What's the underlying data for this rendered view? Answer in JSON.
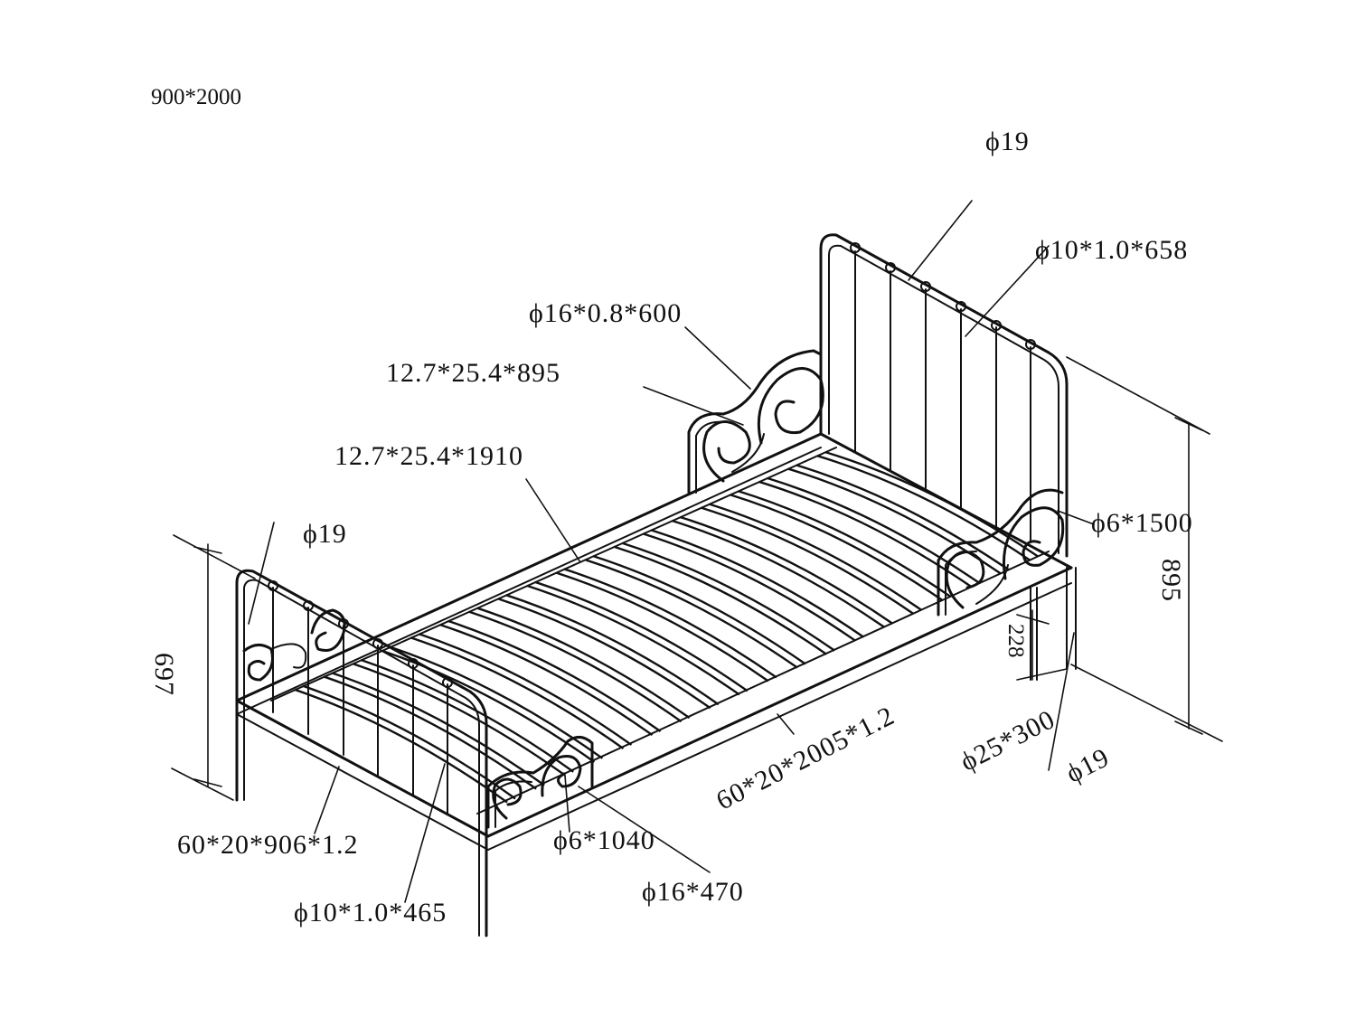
{
  "overall_size": "900*2000",
  "labels": {
    "headboard_top_tube": "ϕ19",
    "headboard_rod": "ϕ10*1.0*658",
    "headboard_scroll": "ϕ16*0.8*600",
    "side_rail_upper": "12.7*25.4*895",
    "side_rail_long": "12.7*25.4*1910",
    "footboard_top_tube": "ϕ19",
    "side_scroll_rod": "ϕ6*1500",
    "height_overall": "895",
    "foot_height": "697",
    "leg_height": "228",
    "leg_tube": "ϕ25*300",
    "leg_tube_small": "ϕ19",
    "long_frame": "60*20*2005*1.2",
    "end_frame": "60*20*906*1.2",
    "foot_scroll_rod": "ϕ6*1040",
    "foot_scroll_tube": "ϕ16*470",
    "footboard_rod": "ϕ10*1.0*465"
  },
  "colors": {
    "line": "#111111",
    "background": "#ffffff"
  },
  "slat_count": 19
}
